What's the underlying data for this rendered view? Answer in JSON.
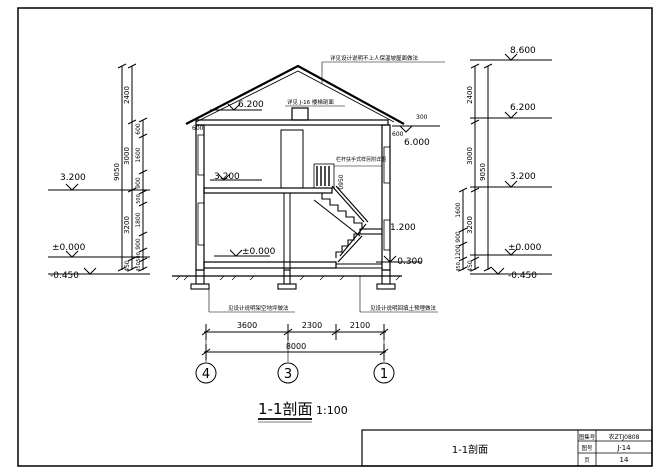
{
  "drawing": {
    "title": "1-1剖面",
    "scale": "1:100",
    "notes": {
      "roof": "详见设计说明不上人保温坡屋面做法",
      "roof_line": "详见 J-16 楼梯剖面",
      "handrail": "栏杆扶手式样另附详图",
      "left_foundation": "见设计说明架空地坪做法",
      "right_foundation": "见设计说明回填土预埋做法"
    },
    "left_levels": [
      "3.200",
      "±0.000",
      "-0.450"
    ],
    "left_dims_outer": [
      "9050"
    ],
    "left_dims_mid": [
      "2400",
      "3000",
      "3200",
      "450"
    ],
    "left_dims_inner": [
      "600",
      "1600",
      "900",
      "500",
      "1800",
      "900",
      "500",
      "450"
    ],
    "right_levels": [
      "8.600",
      "6.200",
      "3.200",
      "±0.000",
      "-0.450"
    ],
    "right_dims_outer": [
      "9050"
    ],
    "right_dims_mid": [
      "2400",
      "3000",
      "3200",
      "450"
    ],
    "right_dims_inner": [
      "1600",
      "900",
      "1200",
      "450"
    ],
    "section_levels": [
      "6.200",
      "6.000",
      "3.200",
      "1.200",
      "±0.000",
      "-0.300"
    ],
    "section_dims": [
      "600",
      "300",
      "600",
      "0950"
    ],
    "spans": [
      "3600",
      "2300",
      "2100"
    ],
    "total_span": "8000",
    "axes": [
      "4",
      "3",
      "1"
    ]
  },
  "title_block": {
    "name": "1-1剖面",
    "label_drawing_no": "图集号",
    "drawing_no": "农ZTJ0808",
    "label_sheet": "图号",
    "sheet": "J-14",
    "label_page": "页",
    "page": "14"
  }
}
